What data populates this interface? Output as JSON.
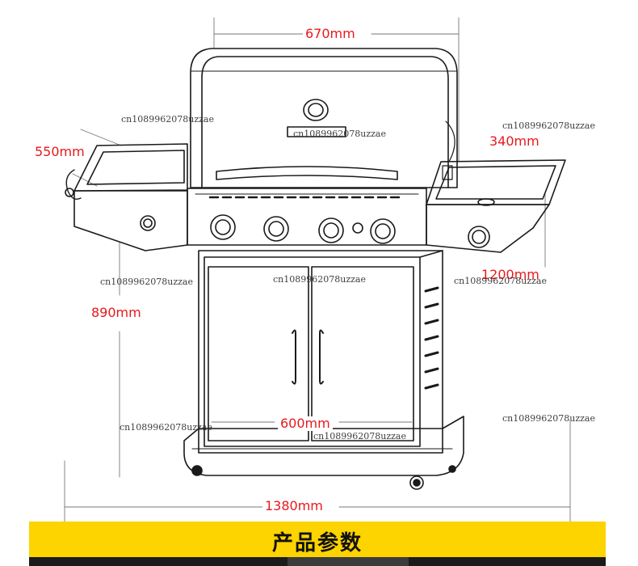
{
  "dimensions": {
    "total_width": "1380mm",
    "hood_width": "670mm",
    "side_depth": "550mm",
    "right_shelf": "340mm",
    "height": "890mm",
    "right_height": "1200mm",
    "cart_width": "600mm"
  },
  "watermark": "cn1089962078uzzae",
  "banner": {
    "title": "产品参数"
  },
  "colors": {
    "dimension_text": "#e8181b",
    "banner": "#fdd300",
    "line": "#1a1a1a"
  }
}
